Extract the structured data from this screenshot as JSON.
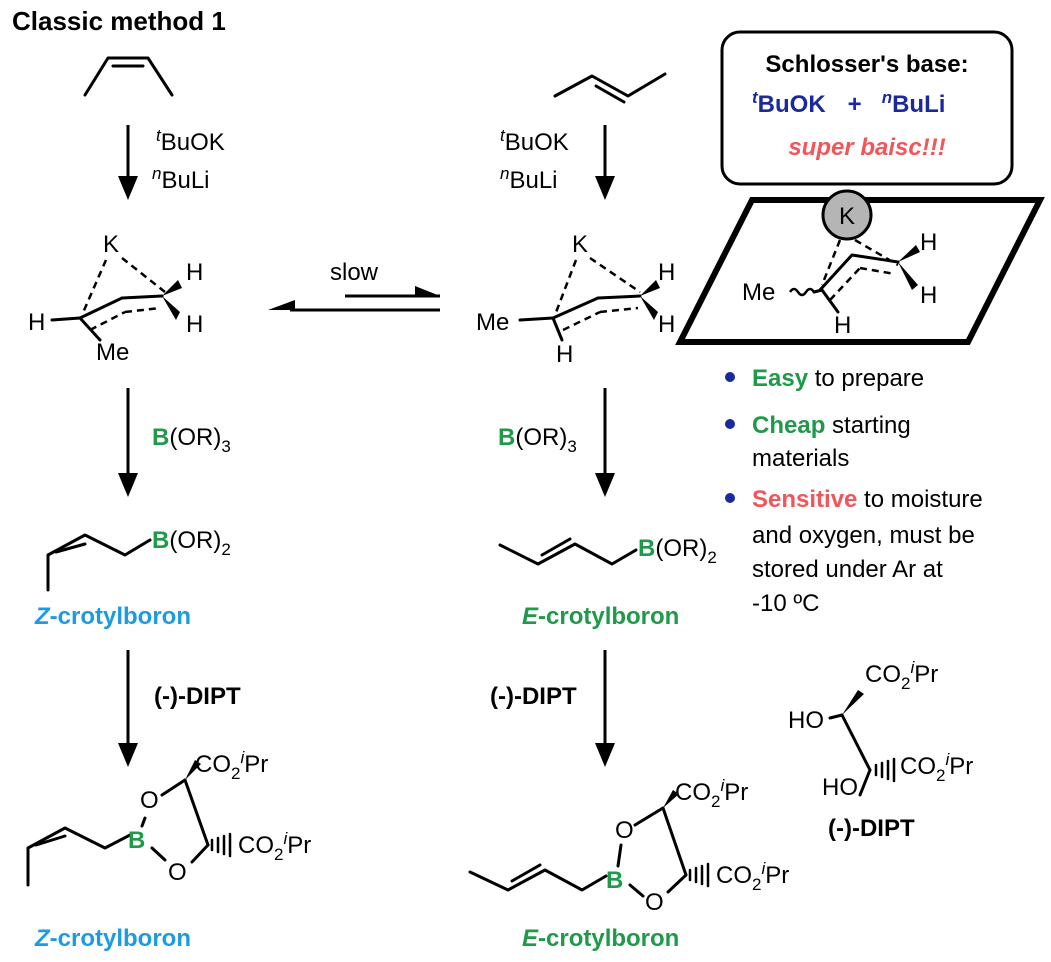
{
  "title": "Classic method 1",
  "reagents": {
    "tBuOK": "BuOK",
    "tBuOK_sup": "t",
    "nBuLi": "BuLi",
    "nBuLi_sup": "n",
    "boron_reagent_B": "B",
    "boron_reagent_rest": "(OR)",
    "boron_reagent_sub": "3",
    "dipt": "(-)-DIPT"
  },
  "equilibrium_label": "slow",
  "atoms": {
    "K": "K",
    "H": "H",
    "Me": "Me",
    "B": "B",
    "O": "O",
    "HO": "HO",
    "OR2": "(OR)",
    "sub2": "2",
    "CO2": "CO",
    "iPr_i": "i",
    "Pr": "Pr"
  },
  "products": {
    "z_letter": "Z",
    "e_letter": "E",
    "suffix": "-crotylboron"
  },
  "schlosser_box": {
    "title": "Schlosser's base:",
    "tBuOK_sup": "t",
    "tBuOK": "BuOK",
    "plus": "+",
    "nBuLi_sup": "n",
    "nBuLi": "BuLi",
    "note": "super baisc!!!"
  },
  "bullets": [
    {
      "highlight": "Easy",
      "highlight_color": "#1f9a4a",
      "rest": [
        " to prepare"
      ]
    },
    {
      "highlight": "Cheap",
      "highlight_color": "#1f9a4a",
      "rest": [
        " starting",
        "materials"
      ]
    },
    {
      "highlight": "Sensitive",
      "highlight_color": "#f0565a",
      "rest": [
        " to moisture",
        "and oxygen, must be",
        "stored under Ar at",
        "-10 ºC"
      ]
    }
  ],
  "dipt_structure_label": "(-)-DIPT",
  "colors": {
    "green": "#1f9a4a",
    "blue": "#1e9be0",
    "navy": "#1a2a9c",
    "red": "#f0565a",
    "bullet": "#1a2a9c",
    "k_sphere": "#b5b5b5"
  }
}
